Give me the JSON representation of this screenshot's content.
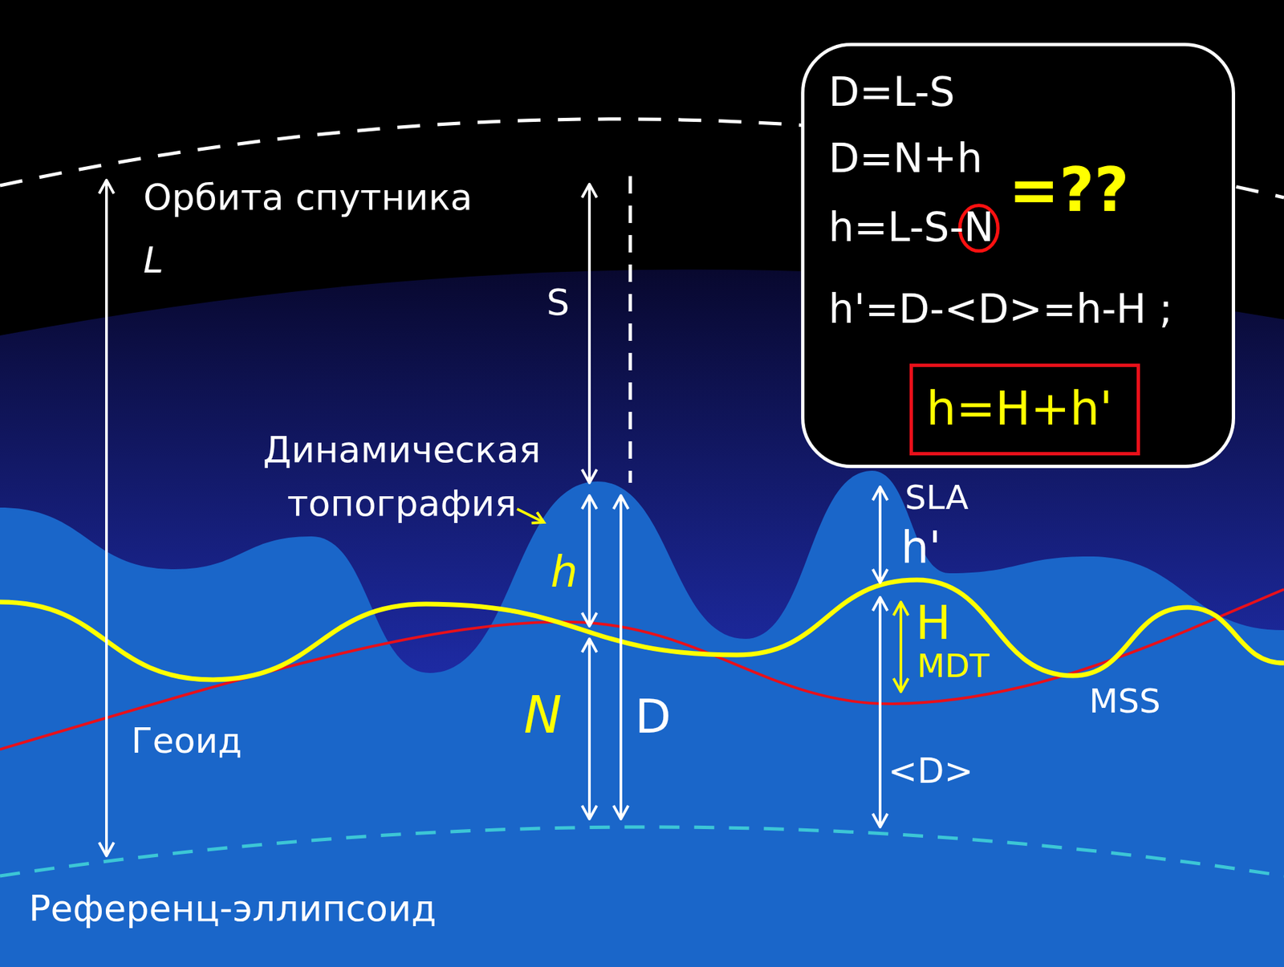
{
  "diagram": {
    "nodes": [
      {
        "text": [
          "D=L-S",
          "D=N+h",
          "h=L-S-N",
          "=??",
          "h'=D-<D>=h-H ;"
        ]
      },
      {
        "text": [
          "h=H+h'"
        ],
        "in": 0
      }
    ],
    "labels": [
      "Орбита спутника",
      "L",
      "S",
      "Динамическая топография",
      "h",
      "SLA",
      "h'",
      "H",
      "MDT",
      "N",
      "D",
      "<D>",
      "Геоид",
      "MSS",
      "Референц-эллипсоид"
    ]
  }
}
